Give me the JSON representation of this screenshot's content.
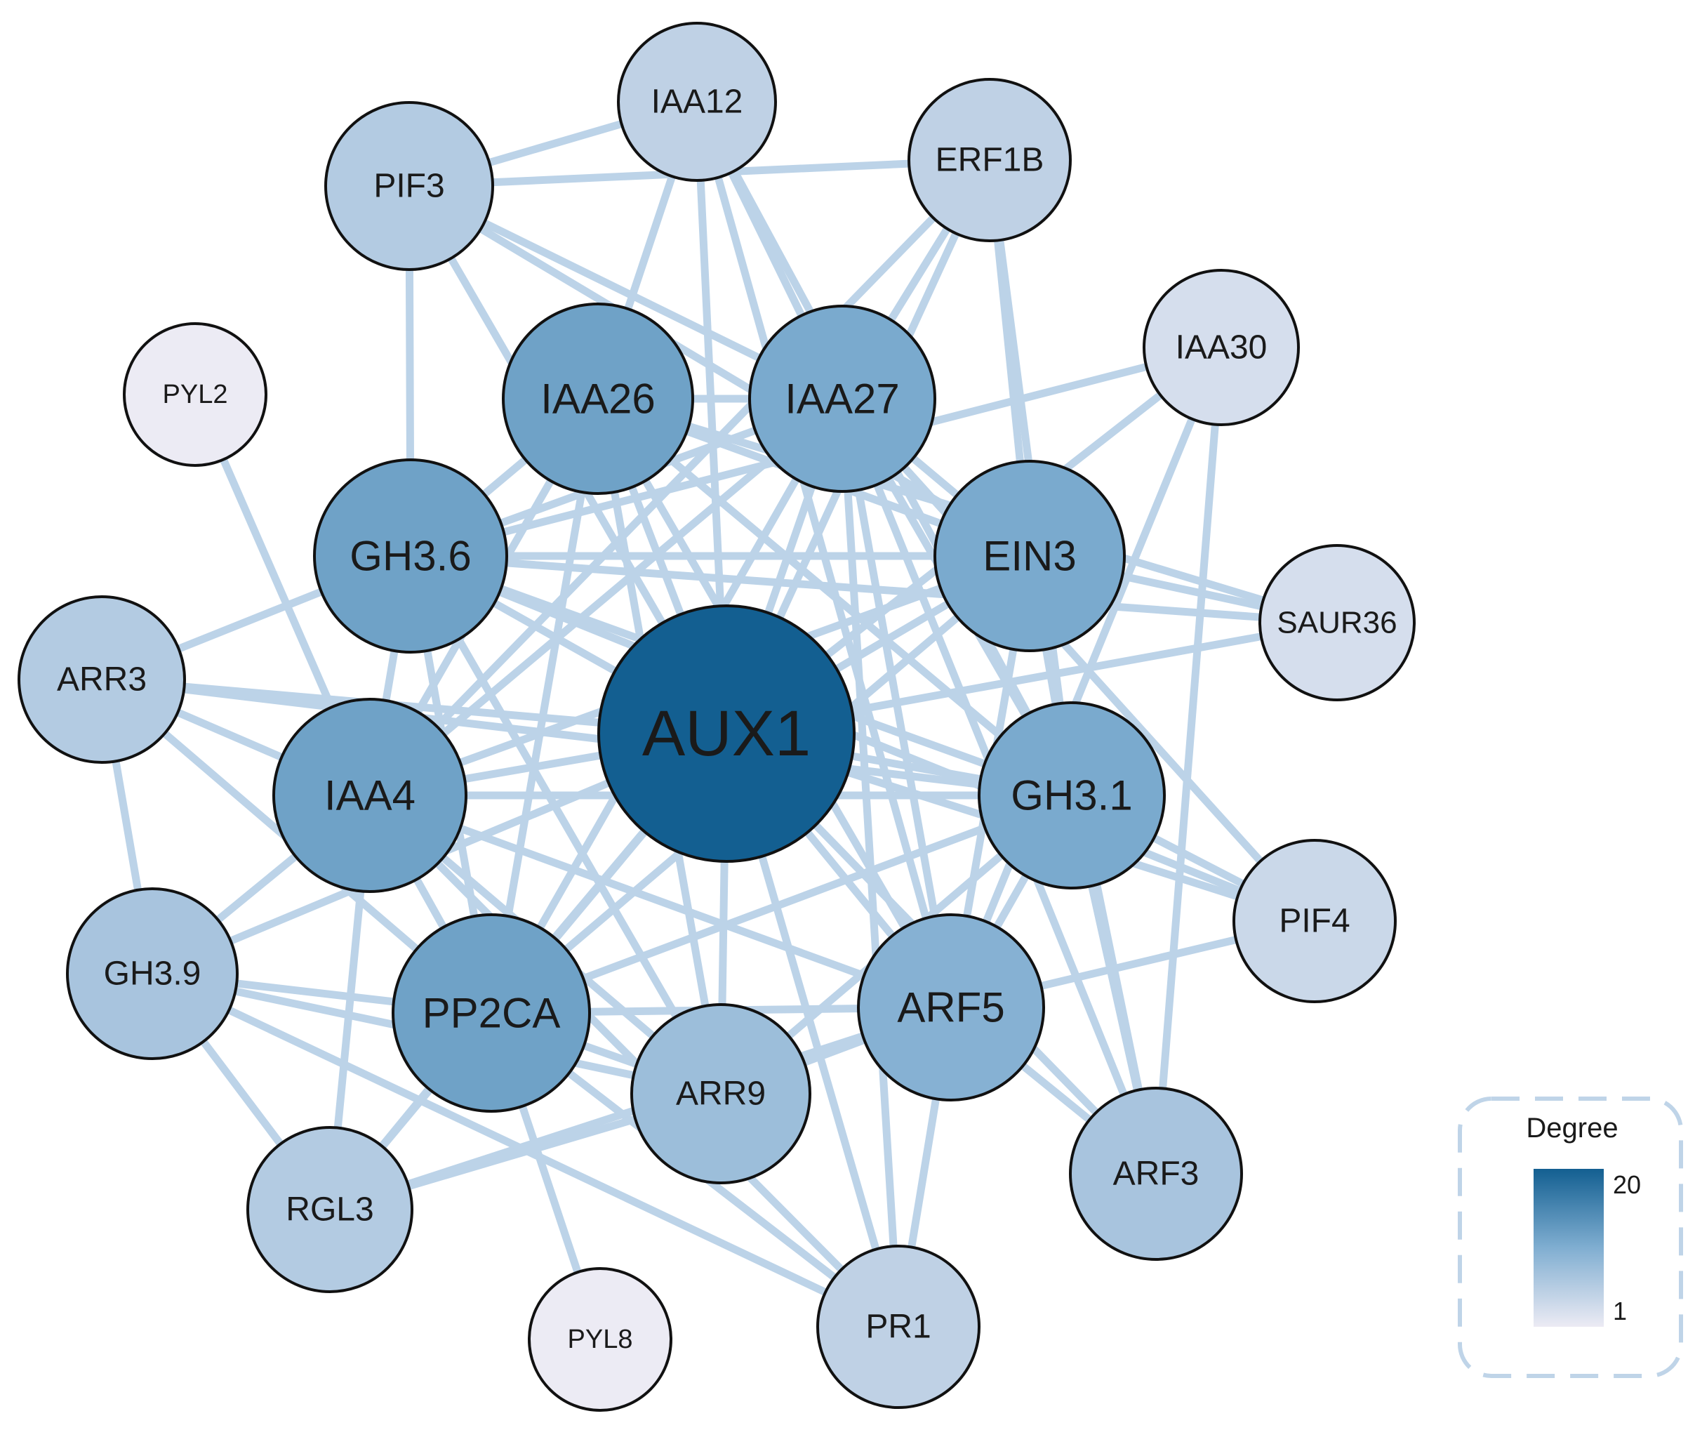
{
  "network": {
    "nodes": [
      {
        "id": "AUX1",
        "degree": 20
      },
      {
        "id": "IAA26",
        "degree": 12
      },
      {
        "id": "IAA27",
        "degree": 11
      },
      {
        "id": "GH3.6",
        "degree": 12
      },
      {
        "id": "EIN3",
        "degree": 11
      },
      {
        "id": "IAA4",
        "degree": 12
      },
      {
        "id": "GH3.1",
        "degree": 11
      },
      {
        "id": "PP2CA",
        "degree": 12
      },
      {
        "id": "ARF5",
        "degree": 10
      },
      {
        "id": "ARR9",
        "degree": 8
      },
      {
        "id": "IAA12",
        "degree": 5
      },
      {
        "id": "PIF3",
        "degree": 6
      },
      {
        "id": "ERF1B",
        "degree": 5
      },
      {
        "id": "IAA30",
        "degree": 3
      },
      {
        "id": "PYL2",
        "degree": 1
      },
      {
        "id": "SAUR36",
        "degree": 3
      },
      {
        "id": "ARR3",
        "degree": 6
      },
      {
        "id": "GH3.9",
        "degree": 7
      },
      {
        "id": "PIF4",
        "degree": 4
      },
      {
        "id": "RGL3",
        "degree": 6
      },
      {
        "id": "ARF3",
        "degree": 7
      },
      {
        "id": "PR1",
        "degree": 5
      },
      {
        "id": "PYL8",
        "degree": 1
      }
    ],
    "edges": [
      [
        "AUX1",
        "IAA26"
      ],
      [
        "AUX1",
        "IAA27"
      ],
      [
        "AUX1",
        "GH3.6"
      ],
      [
        "AUX1",
        "EIN3"
      ],
      [
        "AUX1",
        "IAA4"
      ],
      [
        "AUX1",
        "GH3.1"
      ],
      [
        "AUX1",
        "PP2CA"
      ],
      [
        "AUX1",
        "ARF5"
      ],
      [
        "AUX1",
        "ARR9"
      ],
      [
        "AUX1",
        "IAA12"
      ],
      [
        "AUX1",
        "PIF3"
      ],
      [
        "AUX1",
        "ERF1B"
      ],
      [
        "AUX1",
        "SAUR36"
      ],
      [
        "AUX1",
        "ARR3"
      ],
      [
        "AUX1",
        "GH3.9"
      ],
      [
        "AUX1",
        "PIF4"
      ],
      [
        "AUX1",
        "RGL3"
      ],
      [
        "AUX1",
        "ARF3"
      ],
      [
        "AUX1",
        "PR1"
      ],
      [
        "AUX1",
        "IAA30"
      ],
      [
        "PIF3",
        "IAA12"
      ],
      [
        "PIF3",
        "ERF1B"
      ],
      [
        "PIF3",
        "GH3.6"
      ],
      [
        "PIF3",
        "IAA27"
      ],
      [
        "PIF3",
        "EIN3"
      ],
      [
        "IAA12",
        "IAA26"
      ],
      [
        "IAA12",
        "IAA27"
      ],
      [
        "IAA12",
        "GH3.1"
      ],
      [
        "IAA12",
        "ARF5"
      ],
      [
        "ERF1B",
        "IAA27"
      ],
      [
        "ERF1B",
        "EIN3"
      ],
      [
        "ERF1B",
        "GH3.1"
      ],
      [
        "ERF1B",
        "IAA4"
      ],
      [
        "IAA30",
        "GH3.6"
      ],
      [
        "IAA30",
        "ARF3"
      ],
      [
        "IAA30",
        "ARF5"
      ],
      [
        "PYL2",
        "IAA4"
      ],
      [
        "IAA26",
        "IAA27"
      ],
      [
        "IAA26",
        "GH3.6"
      ],
      [
        "IAA26",
        "EIN3"
      ],
      [
        "IAA26",
        "IAA4"
      ],
      [
        "IAA26",
        "GH3.1"
      ],
      [
        "IAA26",
        "ARF5"
      ],
      [
        "IAA26",
        "ARR9"
      ],
      [
        "IAA26",
        "PP2CA"
      ],
      [
        "IAA27",
        "GH3.6"
      ],
      [
        "IAA27",
        "EIN3"
      ],
      [
        "IAA27",
        "GH3.1"
      ],
      [
        "IAA27",
        "ARF5"
      ],
      [
        "IAA27",
        "IAA4"
      ],
      [
        "IAA27",
        "PP2CA"
      ],
      [
        "IAA27",
        "PR1"
      ],
      [
        "IAA27",
        "ARF3"
      ],
      [
        "GH3.6",
        "EIN3"
      ],
      [
        "GH3.6",
        "ARR3"
      ],
      [
        "GH3.6",
        "IAA4"
      ],
      [
        "GH3.6",
        "PP2CA"
      ],
      [
        "GH3.6",
        "GH3.1"
      ],
      [
        "GH3.6",
        "ARR9"
      ],
      [
        "EIN3",
        "SAUR36"
      ],
      [
        "EIN3",
        "GH3.1"
      ],
      [
        "EIN3",
        "ARF5"
      ],
      [
        "EIN3",
        "IAA4"
      ],
      [
        "EIN3",
        "PP2CA"
      ],
      [
        "EIN3",
        "ARF3"
      ],
      [
        "SAUR36",
        "IAA26"
      ],
      [
        "SAUR36",
        "GH3.6"
      ],
      [
        "ARR3",
        "IAA4"
      ],
      [
        "ARR3",
        "GH3.9"
      ],
      [
        "ARR3",
        "PP2CA"
      ],
      [
        "ARR3",
        "GH3.1"
      ],
      [
        "IAA4",
        "GH3.1"
      ],
      [
        "IAA4",
        "PP2CA"
      ],
      [
        "IAA4",
        "GH3.9"
      ],
      [
        "IAA4",
        "RGL3"
      ],
      [
        "IAA4",
        "ARF5"
      ],
      [
        "IAA4",
        "ARR9"
      ],
      [
        "GH3.1",
        "ARF5"
      ],
      [
        "GH3.1",
        "PIF4"
      ],
      [
        "GH3.1",
        "ARR9"
      ],
      [
        "GH3.1",
        "PP2CA"
      ],
      [
        "GH3.1",
        "ARF3"
      ],
      [
        "GH3.9",
        "PP2CA"
      ],
      [
        "GH3.9",
        "ARR9"
      ],
      [
        "GH3.9",
        "RGL3"
      ],
      [
        "PP2CA",
        "ARR9"
      ],
      [
        "PP2CA",
        "RGL3"
      ],
      [
        "PP2CA",
        "ARF5"
      ],
      [
        "PP2CA",
        "PYL8"
      ],
      [
        "PP2CA",
        "PR1"
      ],
      [
        "ARF5",
        "ARR9"
      ],
      [
        "ARF5",
        "PIF4"
      ],
      [
        "ARF5",
        "ARF3"
      ],
      [
        "ARF5",
        "PR1"
      ],
      [
        "ARF5",
        "RGL3"
      ],
      [
        "ARR9",
        "RGL3"
      ],
      [
        "PIF4",
        "IAA27"
      ],
      [
        "PIF4",
        "GH3.6"
      ],
      [
        "ARF3",
        "GH3.1"
      ],
      [
        "PR1",
        "GH3.9"
      ],
      [
        "PR1",
        "IAA4"
      ]
    ]
  },
  "legend": {
    "title": "Degree",
    "max_label": "20",
    "min_label": "1",
    "colors": {
      "high": "#135f91",
      "low": "#ecebf4"
    }
  },
  "colors": {
    "edge": "#bcd3e8",
    "node_border": "#111111",
    "label_on_dark": "#0d0d0d"
  }
}
